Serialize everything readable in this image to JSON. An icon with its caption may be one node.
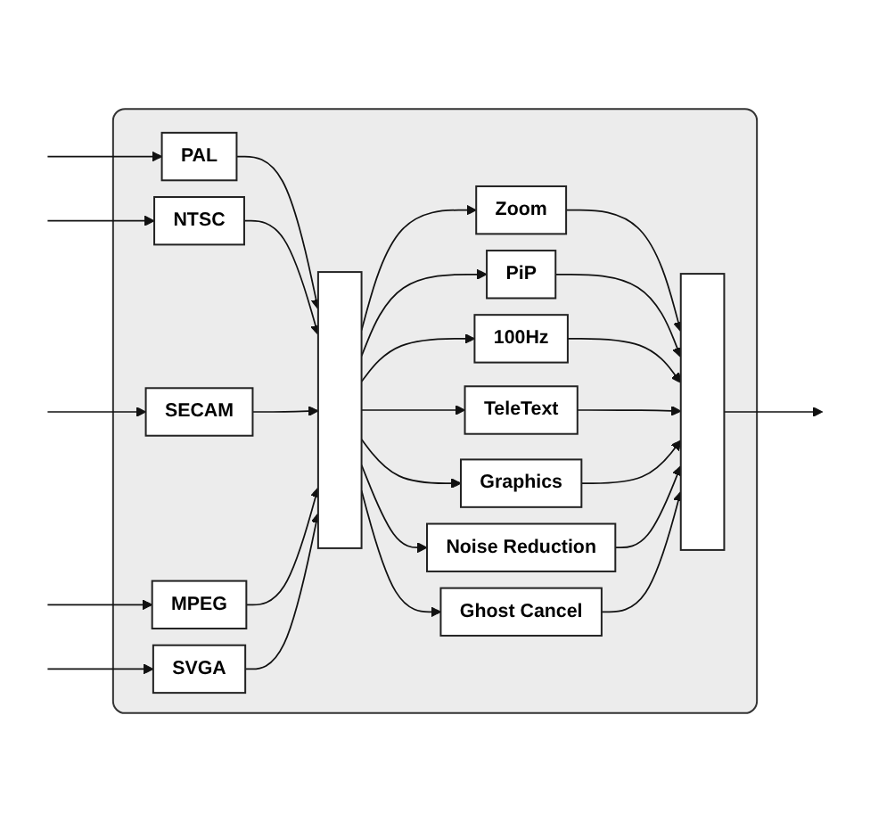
{
  "diagram": {
    "nodes": [
      {
        "text": [],
        "shape": "box"
      },
      {
        "text": [
          "PAL"
        ],
        "in": 0
      },
      {
        "text": [
          "NTSC"
        ],
        "in": 0
      },
      {
        "text": [
          "SECAM"
        ],
        "in": 0
      },
      {
        "text": [
          "MPEG"
        ],
        "in": 0
      },
      {
        "text": [
          "SVGA"
        ],
        "in": 0
      },
      {
        "text": [],
        "shape": "bar",
        "in": 0
      },
      {
        "text": [
          "Zoom"
        ],
        "in": 0
      },
      {
        "text": [
          "PiP"
        ],
        "in": 0
      },
      {
        "text": [
          "100Hz"
        ],
        "in": 0
      },
      {
        "text": [
          "TeleText"
        ],
        "in": 0
      },
      {
        "text": [
          "Graphics"
        ],
        "in": 0
      },
      {
        "text": [
          "Noise Reduction"
        ],
        "in": 0
      },
      {
        "text": [
          "Ghost Cancel"
        ],
        "in": 0
      },
      {
        "text": [],
        "shape": "bar",
        "in": 0
      }
    ],
    "edges": [
      {
        "from": null,
        "to": 1,
        "arrow": "to"
      },
      {
        "from": null,
        "to": 2,
        "arrow": "to"
      },
      {
        "from": null,
        "to": 3,
        "arrow": "to"
      },
      {
        "from": null,
        "to": 4,
        "arrow": "to"
      },
      {
        "from": null,
        "to": 5,
        "arrow": "to"
      },
      {
        "from": 1,
        "to": 6,
        "arrow": "to"
      },
      {
        "from": 2,
        "to": 6,
        "arrow": "to"
      },
      {
        "from": 3,
        "to": 6,
        "arrow": "to"
      },
      {
        "from": 4,
        "to": 6,
        "arrow": "to"
      },
      {
        "from": 5,
        "to": 6,
        "arrow": "to"
      },
      {
        "from": 6,
        "to": 7,
        "arrow": "to"
      },
      {
        "from": 6,
        "to": 8,
        "arrow": "to"
      },
      {
        "from": 6,
        "to": 9,
        "arrow": "to"
      },
      {
        "from": 6,
        "to": 10,
        "arrow": "to"
      },
      {
        "from": 6,
        "to": 11,
        "arrow": "to"
      },
      {
        "from": 6,
        "to": 12,
        "arrow": "to"
      },
      {
        "from": 6,
        "to": 13,
        "arrow": "to"
      },
      {
        "from": 7,
        "to": 14,
        "arrow": "to"
      },
      {
        "from": 8,
        "to": 14,
        "arrow": "to"
      },
      {
        "from": 9,
        "to": 14,
        "arrow": "to"
      },
      {
        "from": 10,
        "to": 14,
        "arrow": "to"
      },
      {
        "from": 11,
        "to": 14,
        "arrow": "to"
      },
      {
        "from": 12,
        "to": 14,
        "arrow": "to"
      },
      {
        "from": 13,
        "to": 14,
        "arrow": "to"
      },
      {
        "from": 14,
        "to": null,
        "arrow": "to"
      }
    ]
  }
}
